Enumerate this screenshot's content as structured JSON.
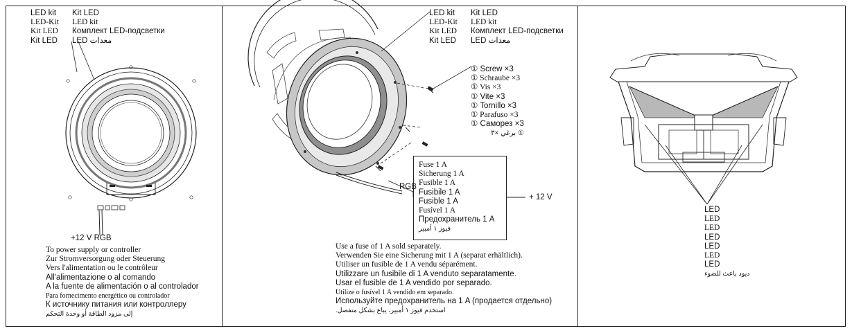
{
  "panel1": {
    "led_labels": [
      {
        "term": "LED kit",
        "translation": "Kit LED",
        "font": "sans"
      },
      {
        "term": "LED-Kit",
        "translation": "LED kit",
        "font": "serif"
      },
      {
        "term": "Kit LED",
        "translation": "Комплект LED-подсветки",
        "font": "serif"
      },
      {
        "term": "Kit LED",
        "translation": "LED معدات",
        "font": "sans"
      }
    ],
    "terminal_labels": "+12 V   RGB",
    "power_lines": [
      "To power supply or controller",
      "Zur Stromversorgung oder Steuerung",
      "Vers l'alimentation ou le contrôleur",
      "All'alimentazione o al comando",
      "A la fuente de alimentación o al controlador",
      "Para fornecimento energético ou controlador",
      "К источнику питания или контроллеру",
      "إلى مزود الطاقة أو وحدة التحكم"
    ]
  },
  "panel2": {
    "led_labels": [
      {
        "term": "LED kit",
        "translation": "Kit LED"
      },
      {
        "term": "LED-Kit",
        "translation": "LED kit"
      },
      {
        "term": "Kit LED",
        "translation": "Комплект LED-подсветки"
      },
      {
        "term": "Kit LED",
        "translation": "LED معدات"
      }
    ],
    "screw_labels": [
      "① Screw ×3",
      "① Schraube ×3",
      "① Vis ×3",
      "① Vite ×3",
      "① Tornillo ×3",
      "① Parafuso ×3",
      "① Саморез ×3",
      "① برغي ×٣"
    ],
    "fuse_labels": [
      "Fuse 1 A",
      "Sicherung 1 A",
      "Fusible 1 A",
      "Fusibile 1 A",
      "Fusible 1 A",
      "Fusível 1 A",
      "Предохранитель 1 A",
      "فيوز ١ أمبير"
    ],
    "rgb_label": "RGB",
    "plus12_label": "+ 12 V",
    "note_lines": [
      "Use a fuse of 1 A sold separately.",
      "Verwenden Sie eine Sicherung mit 1 A (separat erhältlich).",
      "Utiliser un fusible de 1 A vendu séparément.",
      "Utilizzare un fusibile di 1 A venduto separatamente.",
      "Usar el fusible de 1 A vendido por separado.",
      "Utilize o fusível 1 A vendido em separado.",
      "Используйте предохранитель на 1 A (продается отдельно)",
      "استخدم فيوز ١ أمبير، يباع بشكل منفصل."
    ]
  },
  "panel3": {
    "led_lines": [
      "LED",
      "LED",
      "LED",
      "LED",
      "LED",
      "LED",
      "LED",
      "ديود باعث للضوء"
    ]
  },
  "colors": {
    "line": "#222222",
    "ring": "#8a8a8a",
    "paper": "#ffffff"
  }
}
